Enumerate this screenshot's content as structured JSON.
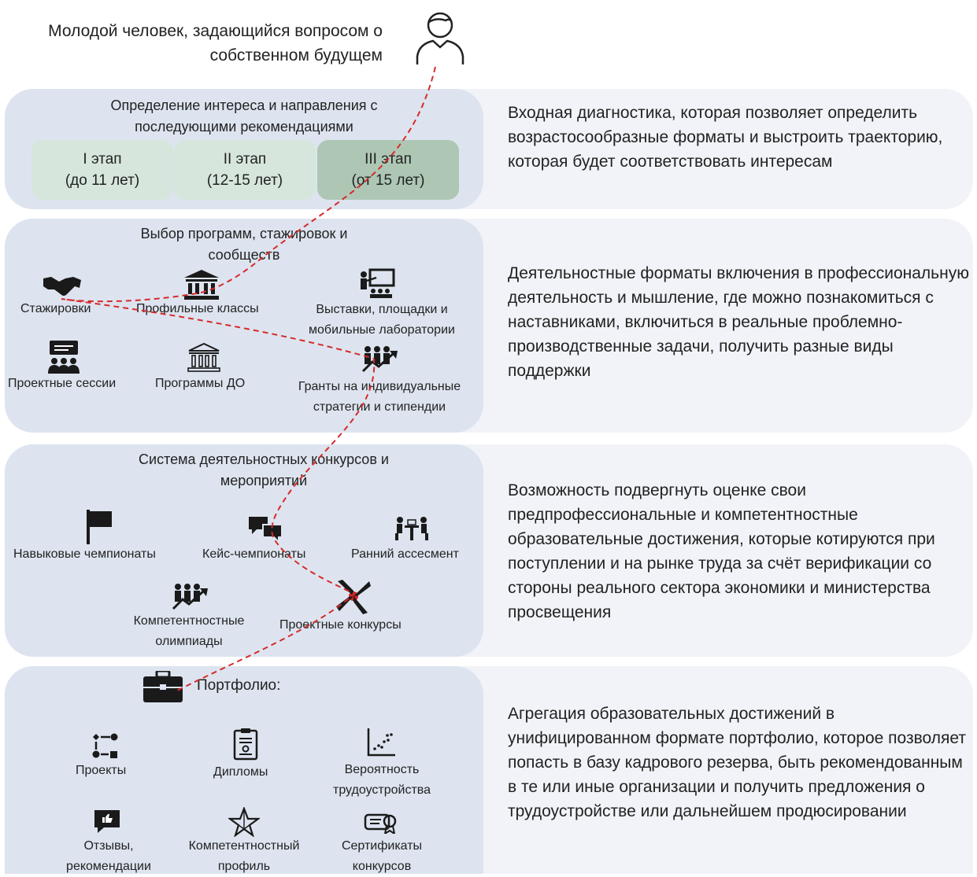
{
  "header": {
    "person_text": "Молодой человек, задающийся вопросом о собственном будущем"
  },
  "sections": {
    "diagnostic": {
      "title": "Определение интереса и направления с последующими рекомендациями",
      "stages": [
        {
          "name": "I этап",
          "age": "(до 11 лет)"
        },
        {
          "name": "II этап",
          "age": "(12-15 лет)"
        },
        {
          "name": "III этап",
          "age": "(от 15 лет)"
        }
      ],
      "description": "Входная диагностика, которая позволяет определить возрастосообразные форматы и выстроить траекторию, которая будет соответствовать интересам"
    },
    "programs": {
      "title": "Выбор программ, стажировок и сообществ",
      "items": {
        "internships": "Стажировки",
        "profile_classes": "Профильные классы",
        "exhibitions": "Выставки, площадки и мобильные лаборатории",
        "project_sessions": "Проектные сессии",
        "programs_do": "Программы ДО",
        "grants": "Гранты на индивидуальные стратегии и стипендии"
      },
      "description": "Деятельностные форматы включения в профессиональную деятельность и мышление, где можно познакомиться с наставниками, включиться в реальные проблемно-производственные задачи, получить разные виды поддержки"
    },
    "contests": {
      "title": "Система деятельностных конкурсов и мероприятий",
      "items": {
        "skill_championships": "Навыковые чемпионаты",
        "case_championships": "Кейс-чемпионаты",
        "early_assessment": "Ранний ассесмент",
        "competence_olympiads": "Компетентностные олимпиады",
        "project_contests": "Проектные конкурсы"
      },
      "description": "Возможность подвергнуть оценке свои предпрофессиональные и компетентностные образовательные достижения, которые котируются при поступлении и на рынке труда за счёт верификации со стороны реального сектора экономики и министерства просвещения"
    },
    "portfolio": {
      "title": "Портфолио:",
      "items": {
        "projects": "Проекты",
        "diplomas": "Дипломы",
        "employment_probability": "Вероятность трудоустройства",
        "reviews": "Отзывы, рекомендации",
        "competence_profile": "Компетентностный профиль",
        "certificates": "Сертификаты конкурсов"
      },
      "description": "Агрегация образовательных достижений в унифицированном формате портфолио, которое позволяет попасть в базу кадрового резерва, быть рекомендованным в те или иные организации и получить предложения о трудоустройстве или дальнейшем продюсировании"
    }
  },
  "colors": {
    "band": "#f1f3f8",
    "panel": "#dde4ef",
    "stage_light": "#d6e6dc",
    "stage_dark": "#aec7b5",
    "path": "#d62b2b",
    "icon": "#1a1a1a"
  },
  "icons": [
    "person-icon",
    "handshake-icon",
    "bank-icon",
    "presentation-icon",
    "chat-board-icon",
    "bank-outline-icon",
    "growth-people-icon",
    "flag-icon",
    "chat-bubbles-icon",
    "meeting-icon",
    "hands-together-icon",
    "briefcase-icon",
    "flowchart-icon",
    "document-icon",
    "scatter-icon",
    "thumbs-up-icon",
    "star-network-icon",
    "certificate-icon"
  ]
}
